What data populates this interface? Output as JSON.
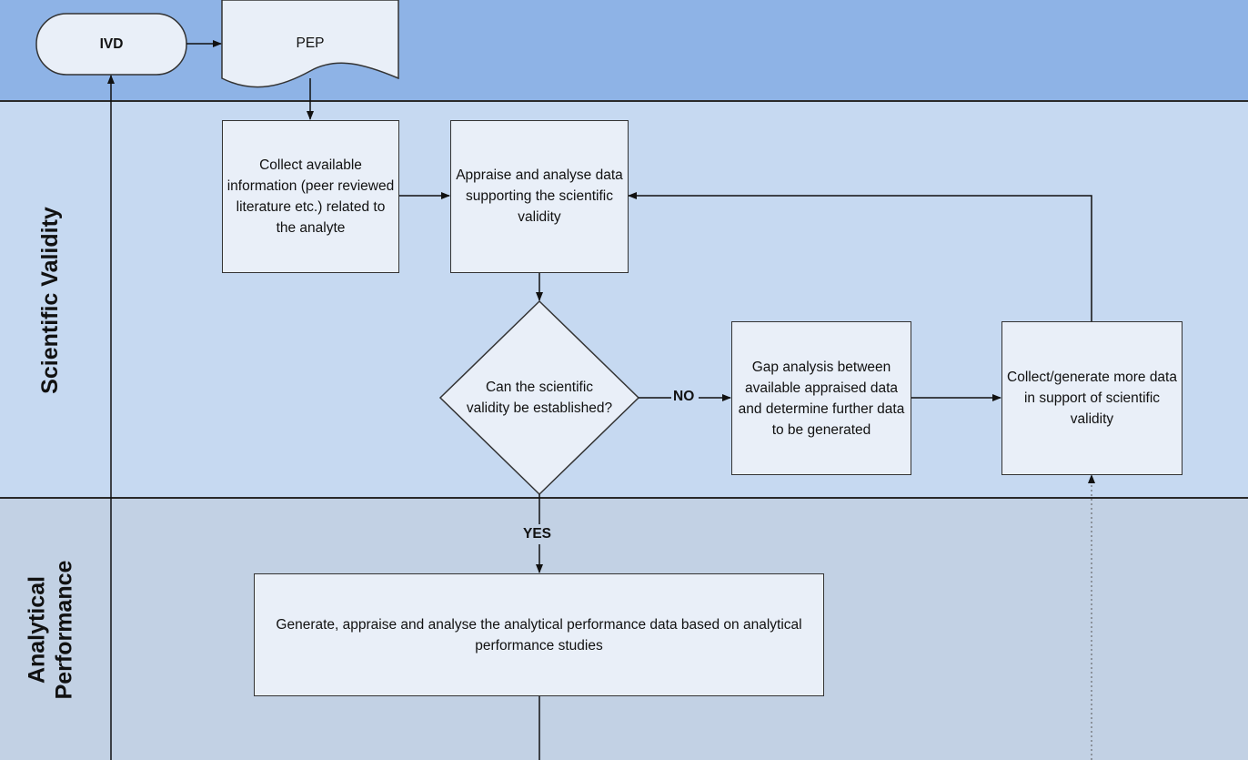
{
  "lanes": {
    "scientific_validity": "Scientific Validity",
    "analytical_performance_line1": "Analytical",
    "analytical_performance_line2": "Performance"
  },
  "nodes": {
    "ivd": "IVD",
    "pep": "PEP",
    "collect_info": "Collect available information (peer reviewed literature etc.) related to the analyte",
    "appraise": "Appraise and analyse data supporting the scientific validity",
    "decision": "Can the scientific validity be established?",
    "gap": "Gap analysis between available appraised data and determine further data to be generated",
    "collect_more": "Collect/generate more data in support of scientific validity",
    "generate": "Generate, appraise and analyse the analytical performance data based on analytical performance studies"
  },
  "edge_labels": {
    "no": "NO",
    "yes": "YES"
  },
  "colors": {
    "top_lane": "#8eb3e6",
    "scientific_lane": "#c6d9f1",
    "analytical_lane": "#c2d1e4",
    "node_fill": "#e9eff8",
    "stroke": "#333333"
  }
}
